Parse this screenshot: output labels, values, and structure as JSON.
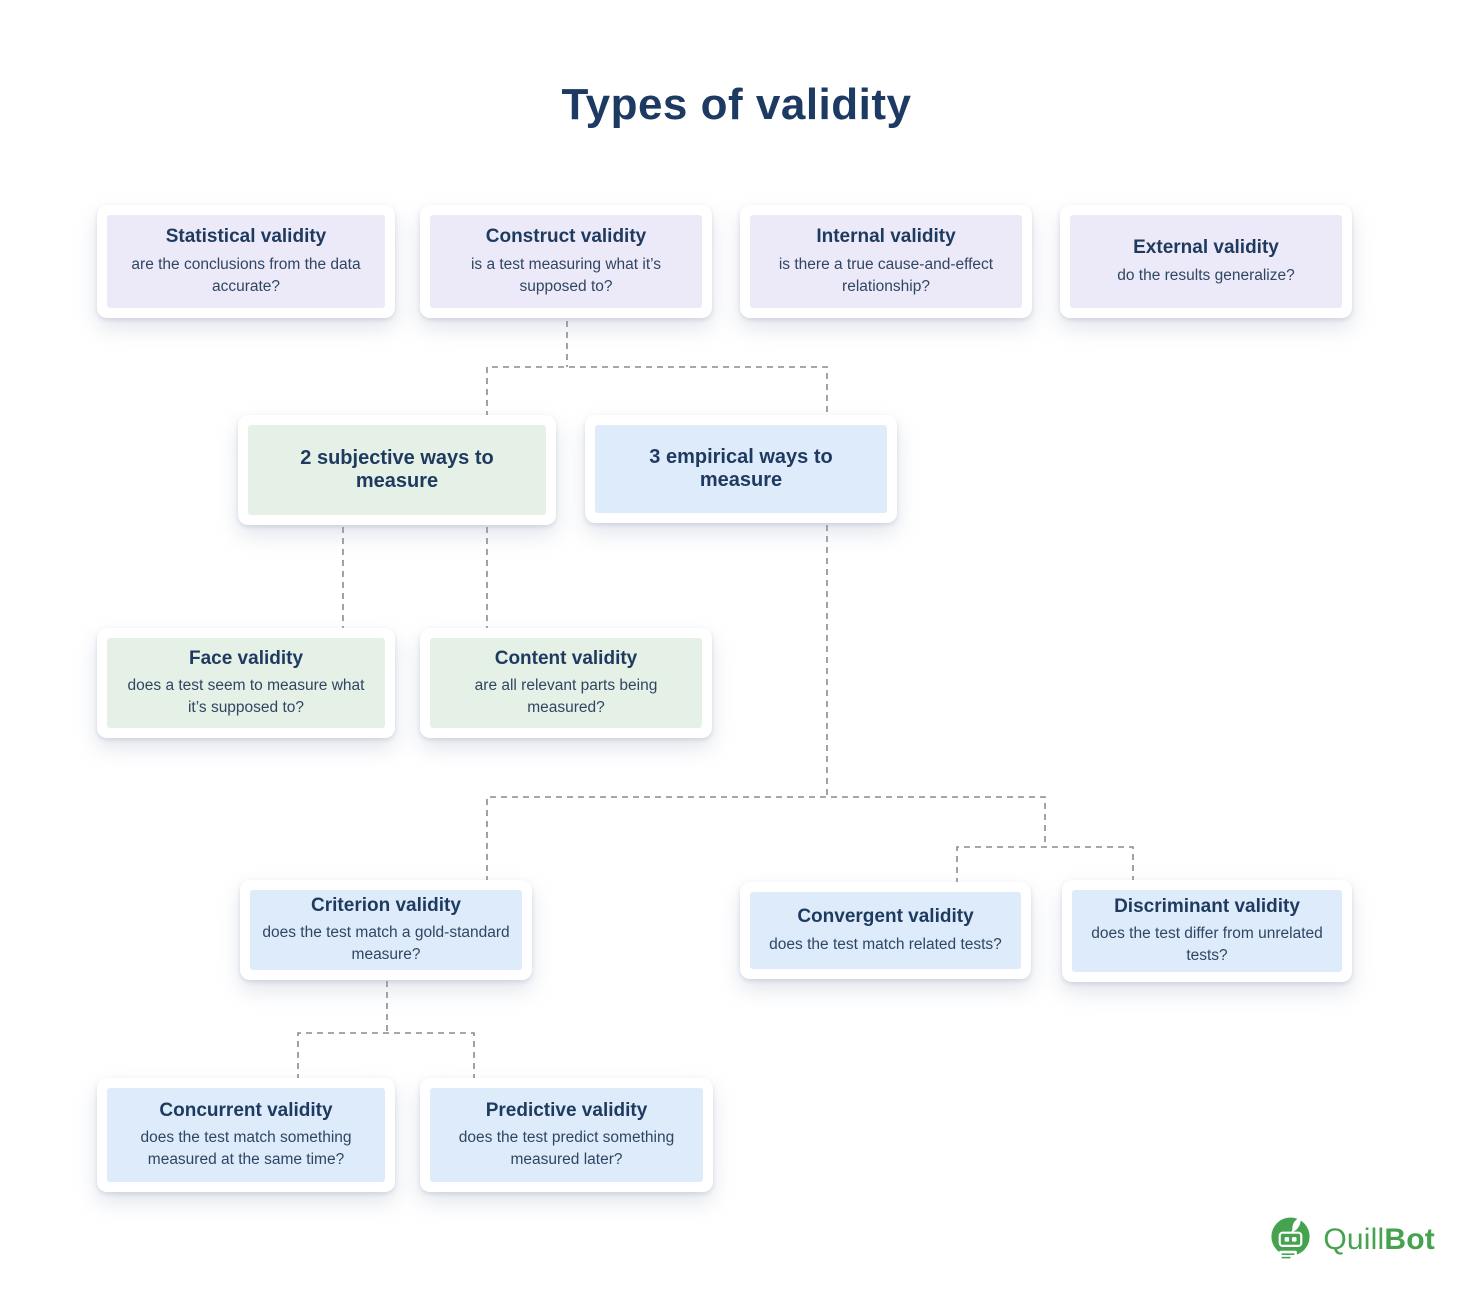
{
  "title": "Types of validity",
  "colors": {
    "lavender_fill": "#ECEAF9",
    "green_fill": "#E5F0E6",
    "blue_fill": "#DDEBFB",
    "heading_text": "#1E3A5F",
    "body_text": "#2F4662",
    "connector": "#8C8C8C",
    "brand_green": "#45A24F"
  },
  "nodes": {
    "statistical": {
      "title": "Statistical validity",
      "desc": "are the conclusions from the data accurate?"
    },
    "construct": {
      "title": "Construct validity",
      "desc": "is a test measuring what it’s supposed to?"
    },
    "internal": {
      "title": "Internal validity",
      "desc": "is there a true cause-and-effect relationship?"
    },
    "external": {
      "title": "External validity",
      "desc": "do the results generalize?"
    },
    "subjective": {
      "title": "2 subjective ways to measure"
    },
    "empirical": {
      "title": "3 empirical ways to measure"
    },
    "face": {
      "title": "Face validity",
      "desc": "does a test seem to measure what it’s supposed to?"
    },
    "content": {
      "title": "Content validity",
      "desc": "are all relevant parts being measured?"
    },
    "criterion": {
      "title": "Criterion validity",
      "desc": "does the test match a gold-standard measure?"
    },
    "convergent": {
      "title": "Convergent validity",
      "desc": "does the test match related tests?"
    },
    "discriminant": {
      "title": "Discriminant validity",
      "desc": "does the test differ from unrelated tests?"
    },
    "concurrent": {
      "title": "Concurrent validity",
      "desc": "does the test match something measured at the same time?"
    },
    "predictive": {
      "title": "Predictive validity",
      "desc": "does the test predict something measured later?"
    }
  },
  "logo": {
    "quill": "Quill",
    "bot": "Bot"
  }
}
